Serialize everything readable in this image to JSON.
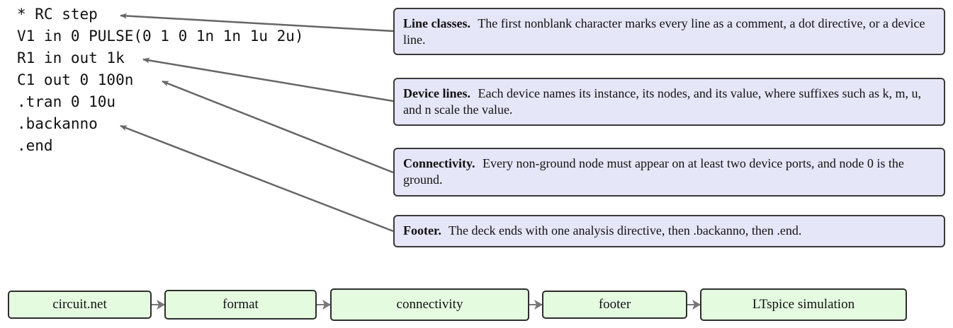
{
  "code_lines": [
    "* RC step",
    "V1 in 0 PULSE(0 1 0 1n 1n 1u 2u)",
    "R1 in out 1k",
    "C1 out 0 100n",
    ".tran 0 10u",
    ".backanno",
    ".end"
  ],
  "notes": [
    {
      "title": "Line classes.",
      "body": "The first nonblank character marks every line as a comment, a dot directive, or a device line."
    },
    {
      "title": "Device lines.",
      "body": "Each device names its instance, its nodes, and its value, where suffixes such as k, m, u, and n scale the value."
    },
    {
      "title": "Connectivity.",
      "body": "Every non-ground node must appear on at least two device ports, and node 0 is the ground."
    },
    {
      "title": "Footer.",
      "body": "The deck ends with one analysis directive, then .backanno, then .end."
    }
  ],
  "flow": [
    "circuit.net",
    "format",
    "connectivity",
    "footer",
    "LTspice simulation"
  ],
  "colors": {
    "note_fill": "#e6e6f9",
    "flow_fill": "#e4fbe0",
    "border": "#3a3a3a",
    "arrow": "#666666"
  }
}
